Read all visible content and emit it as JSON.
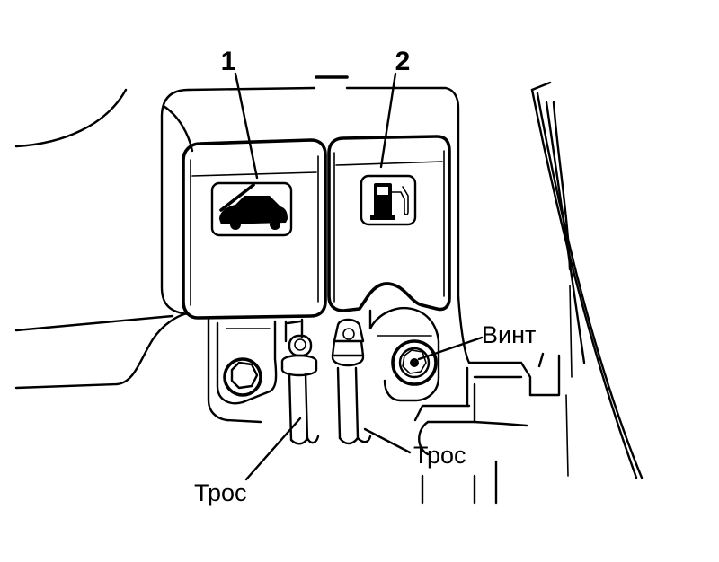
{
  "callouts": {
    "hood_release_number": "1",
    "fuel_door_release_number": "2",
    "screw_label": "Винт",
    "left_cable_label": "Трос",
    "right_cable_label": "Трос"
  },
  "icons": {
    "hood_release": "car-hood-open-icon",
    "fuel_door_release": "fuel-pump-icon"
  }
}
